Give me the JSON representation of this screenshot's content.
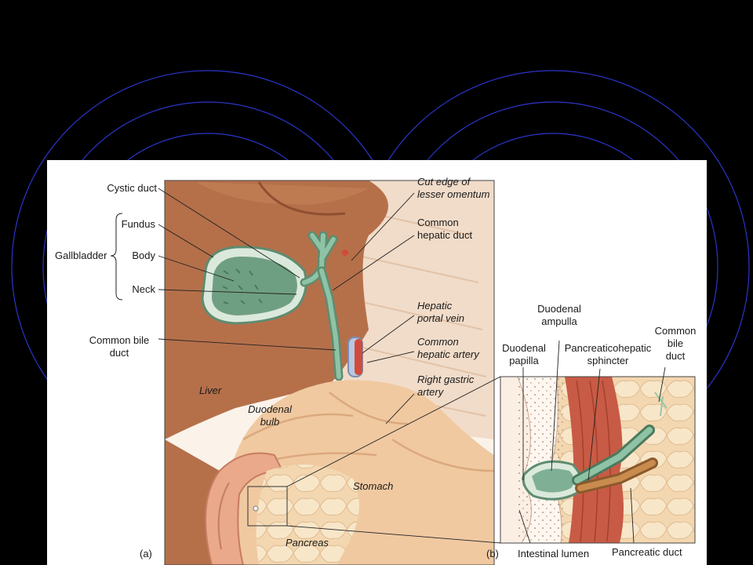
{
  "theme": {
    "background": "#000000",
    "arc_color": "#2a35c8",
    "panel": "#ffffff",
    "liver": "#b5704a",
    "liver_dark": "#8f4f30",
    "gallbladder": "#6f9f82",
    "duct": "#6aa88a",
    "stomach": "#f0c9a1",
    "muscle": "#c85b45"
  },
  "figure": {
    "panel_a_marker": "(a)",
    "panel_b_marker": "(b)",
    "labels": {
      "cystic_duct": "Cystic duct",
      "fundus": "Fundus",
      "gallbladder": "Gallbladder",
      "body": "Body",
      "neck": "Neck",
      "common_bile_duct_a": "Common bile\nduct",
      "cut_edge": "Cut edge of\nlesser omentum",
      "common_hepatic_duct": "Common\nhepatic duct",
      "hepatic_portal_vein": "Hepatic\nportal vein",
      "common_hepatic_artery": "Common\nhepatic artery",
      "right_gastric_artery": "Right gastric\nartery",
      "liver": "Liver",
      "duodenal_bulb": "Duodenal\nbulb",
      "stomach": "Stomach",
      "pancreas": "Pancreas",
      "duodenal_ampulla": "Duodenal\nampulla",
      "common_bile_duct_b": "Common\nbile\nduct",
      "duodenal_papilla": "Duodenal\npapilla",
      "pancreaticohepatic_sphincter": "Pancreaticohepatic\nsphincter",
      "intestinal_lumen": "Intestinal lumen",
      "pancreatic_duct": "Pancreatic duct"
    }
  }
}
